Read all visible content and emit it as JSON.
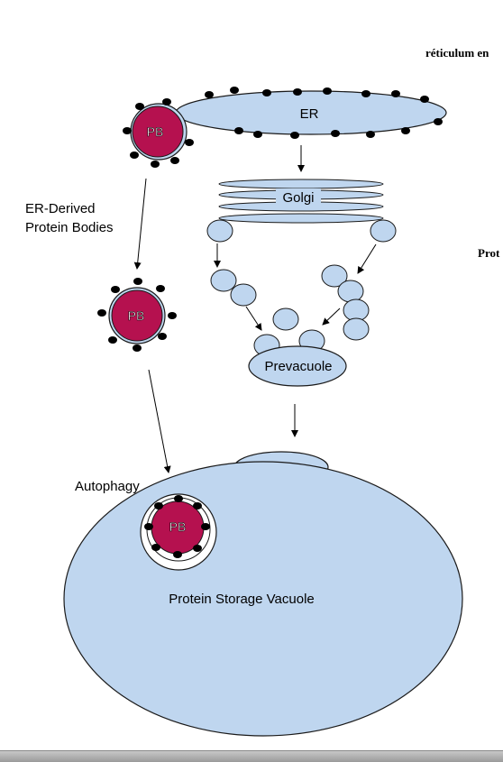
{
  "side_labels": {
    "top_right": "réticulum en",
    "middle_right": "Prot"
  },
  "diagram": {
    "er_label": "ER",
    "golgi_label": "Golgi",
    "pb_label": "PB",
    "er_derived_line1": "ER-Derived",
    "er_derived_line2": "Protein Bodies",
    "prevacuole_label": "Prevacuole",
    "autophagy_label": "Autophagy",
    "vacuole_label": "Protein Storage Vacuole"
  },
  "colors": {
    "membrane_fill": "#bfd6ef",
    "protein_body_fill": "#b5114f",
    "ribosome_fill": "#000000",
    "outline": "#1a1a1a"
  }
}
